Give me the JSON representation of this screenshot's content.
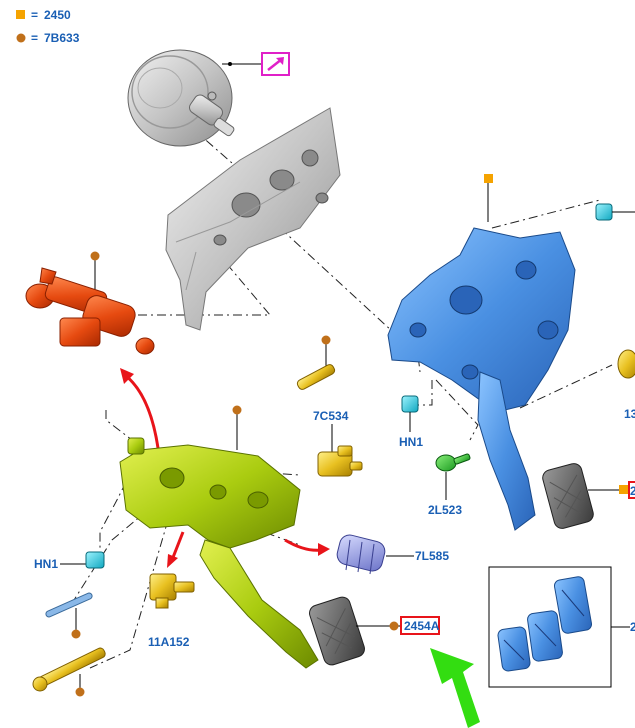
{
  "legend": [
    {
      "symbol": "square",
      "color": "#f5a300",
      "code": "2450"
    },
    {
      "symbol": "circle",
      "color": "#c0701a",
      "code": "7B633"
    }
  ],
  "legend_separator": "=",
  "labels": {
    "hn1_right": "HN1",
    "hn1_left": "HN1",
    "l2523": "2L523",
    "c7534": "7C534",
    "l7585": "7L585",
    "a11152": "11A152",
    "a2454": "2454A",
    "edge_13": "13",
    "edge_2": "2",
    "edge_2_top": "2"
  },
  "colors": {
    "label_blue": "#1a5fb4",
    "highlight_red": "#e8141a",
    "magenta_link": "#e020c8",
    "pedal_box_blue": "#4a90e2",
    "pedal_box_yellow": "#a8cc10",
    "cylinder_red": "#e64a10",
    "booster_grey": "#c8c8c8",
    "connector_cyan": "#2ad4e0",
    "pin_yellow": "#e8c020",
    "arrow_green": "#33dd11"
  },
  "icons": {
    "external_link": "external-link-icon"
  }
}
